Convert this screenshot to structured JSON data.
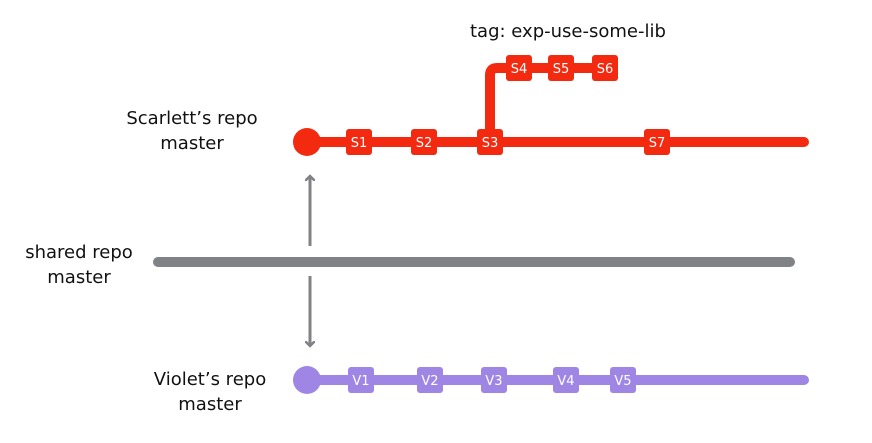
{
  "colors": {
    "scarlett": "#f42a10",
    "shared": "#808285",
    "violet": "#9f86e5",
    "arrow": "#808285",
    "text": "#111111"
  },
  "labels": {
    "scarlett_line1": "Scarlett’s repo",
    "scarlett_line2": "master",
    "shared_line1": "shared repo",
    "shared_line2": "master",
    "violet_line1": "Violet’s repo",
    "violet_line2": "master",
    "tag": "tag: exp-use-some-lib"
  },
  "branches": {
    "scarlett_main": [
      "S1",
      "S2",
      "S3",
      "S7"
    ],
    "scarlett_tag_branch": [
      "S4",
      "S5",
      "S6"
    ],
    "violet_main": [
      "V1",
      "V2",
      "V3",
      "V4",
      "V5"
    ]
  }
}
